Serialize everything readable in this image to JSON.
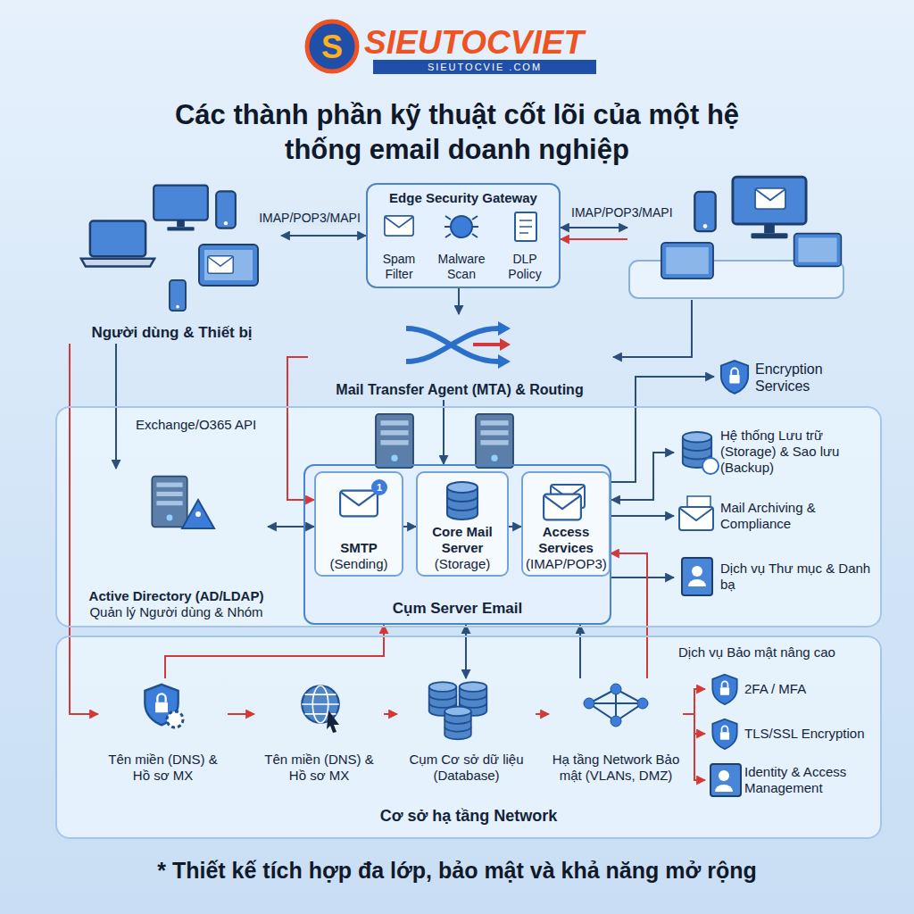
{
  "diagram": {
    "title": "Các thành phần kỹ thuật cốt lõi của một hệ thống email doanh nghiệp",
    "caption": "* Thiết kế tích hợp đa lớp, bảo mật và khả năng mở rộng",
    "nodes": [
      {
        "text": [
          "Edge Security Gateway"
        ]
      },
      {
        "text": [
          "Spam Filter"
        ],
        "in": 0
      },
      {
        "text": [
          "Malware Scan"
        ],
        "in": 0
      },
      {
        "text": [
          "DLP Policy"
        ],
        "in": 0
      },
      {
        "text": [
          "Người dùng & Thiết bị"
        ]
      },
      {
        "text": [
          "Mail Transfer Agent (MTA) & Routing"
        ]
      },
      {
        "text": [
          "Encryption Services"
        ]
      },
      {
        "text": [
          "Exchange/O365 API"
        ]
      },
      {
        "text": [
          "Active Directory (AD/LDAP)",
          "Quản lý Người dùng & Nhóm"
        ],
        "in": 7
      },
      {
        "text": [
          "Cụm Server Email"
        ],
        "in": 7
      },
      {
        "text": [
          "SMTP",
          "(Sending)"
        ],
        "in": 9
      },
      {
        "text": [
          "Core Mail Server",
          "(Storage)"
        ],
        "in": 9
      },
      {
        "text": [
          "Access Services",
          "(IMAP/POP3)"
        ],
        "in": 9
      },
      {
        "text": [
          "Hệ thống Lưu trữ (Storage) & Sao lưu (Backup)"
        ],
        "in": 7
      },
      {
        "text": [
          "Mail Archiving & Compliance"
        ],
        "in": 7
      },
      {
        "text": [
          "Dịch vụ Thư mục & Danh bạ"
        ],
        "in": 7
      },
      {
        "text": [
          "Cơ sở hạ tầng Network"
        ]
      },
      {
        "text": [
          "Tên miền (DNS) & Hồ sơ MX"
        ],
        "in": 16
      },
      {
        "text": [
          "Tên miền (DNS) & Hồ sơ MX"
        ],
        "in": 16
      },
      {
        "text": [
          "Cụm Cơ sở dữ liệu (Database)"
        ],
        "in": 16
      },
      {
        "text": [
          "Hạ tầng Network Bảo mật (VLANs, DMZ)"
        ],
        "in": 16
      },
      {
        "text": [
          "2FA / MFA"
        ],
        "in": 16
      },
      {
        "text": [
          "TLS/SSL Encryption"
        ],
        "in": 16
      },
      {
        "text": [
          "Identity & Access Management"
        ],
        "in": 16
      }
    ],
    "edges": [
      {
        "from": 0,
        "to": 4,
        "arrow": "both",
        "label": "IMAP/POP3/MAPI"
      },
      {
        "from": 0,
        "to": 5,
        "arrow": "to"
      },
      {
        "from": 5,
        "to": 9,
        "arrow": "to"
      },
      {
        "from": 5,
        "to": 10,
        "arrow": "to"
      },
      {
        "from": 4,
        "to": 8,
        "arrow": "to"
      },
      {
        "from": 4,
        "to": 17,
        "arrow": "to"
      },
      {
        "from": 8,
        "to": 10,
        "arrow": "both"
      },
      {
        "from": 10,
        "to": 11,
        "arrow": "to"
      },
      {
        "from": 11,
        "to": 12,
        "arrow": "to"
      },
      {
        "from": 9,
        "to": 6,
        "arrow": "to"
      },
      {
        "from": 9,
        "to": 13,
        "arrow": "both"
      },
      {
        "from": 9,
        "to": 14,
        "arrow": "to"
      },
      {
        "from": 9,
        "to": 15,
        "arrow": "to"
      },
      {
        "from": 17,
        "to": 18,
        "arrow": "to"
      },
      {
        "from": 18,
        "to": 19,
        "arrow": "to"
      },
      {
        "from": 19,
        "to": 20,
        "arrow": "to"
      },
      {
        "from": 17,
        "to": 9,
        "arrow": "to"
      },
      {
        "from": 19,
        "to": 9,
        "arrow": "both"
      },
      {
        "from": 20,
        "to": 9,
        "arrow": "to"
      },
      {
        "from": 20,
        "to": 12,
        "arrow": "to"
      },
      {
        "from": 20,
        "to": 21,
        "arrow": "to"
      },
      {
        "from": 20,
        "to": 22,
        "arrow": "to"
      },
      {
        "from": 20,
        "to": 23,
        "arrow": "to"
      }
    ],
    "labels": [
      "S",
      "SIEUTOCVIET",
      "SIEUTOCVIE .COM",
      "IMAP/POP3/MAPI",
      "1",
      "Dịch vụ Bảo mật nâng cao"
    ]
  }
}
